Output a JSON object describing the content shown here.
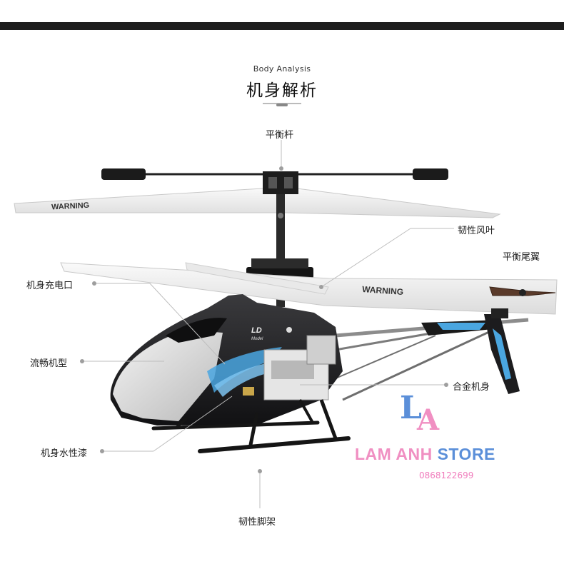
{
  "header": {
    "subtitle": "Body Analysis",
    "title": "机身解析"
  },
  "labels": {
    "stabilizer_bar": "平衡杆",
    "flexible_blade": "韧性风叶",
    "tail_wing": "平衡尾翼",
    "charging_port": "机身充电口",
    "streamlined_body": "流畅机型",
    "alloy_body": "合金机身",
    "water_paint": "机身水性漆",
    "landing_gear": "韧性脚架"
  },
  "blade_text": {
    "warning_top": "WARNING",
    "warning_bottom": "WARNING",
    "body_badge": "LD",
    "body_badge_sub": "Model"
  },
  "watermark": {
    "logo_letters": "LA",
    "store_part1": "LAM ANH",
    "store_part2": "STORE",
    "phone": "0868122699"
  },
  "colors": {
    "top_strip": "#1e1e1e",
    "pink": "#f08fc2",
    "blue": "#5b8fd9",
    "body_dark": "#1c1c1e",
    "accent_blue": "#4aa6e0"
  }
}
